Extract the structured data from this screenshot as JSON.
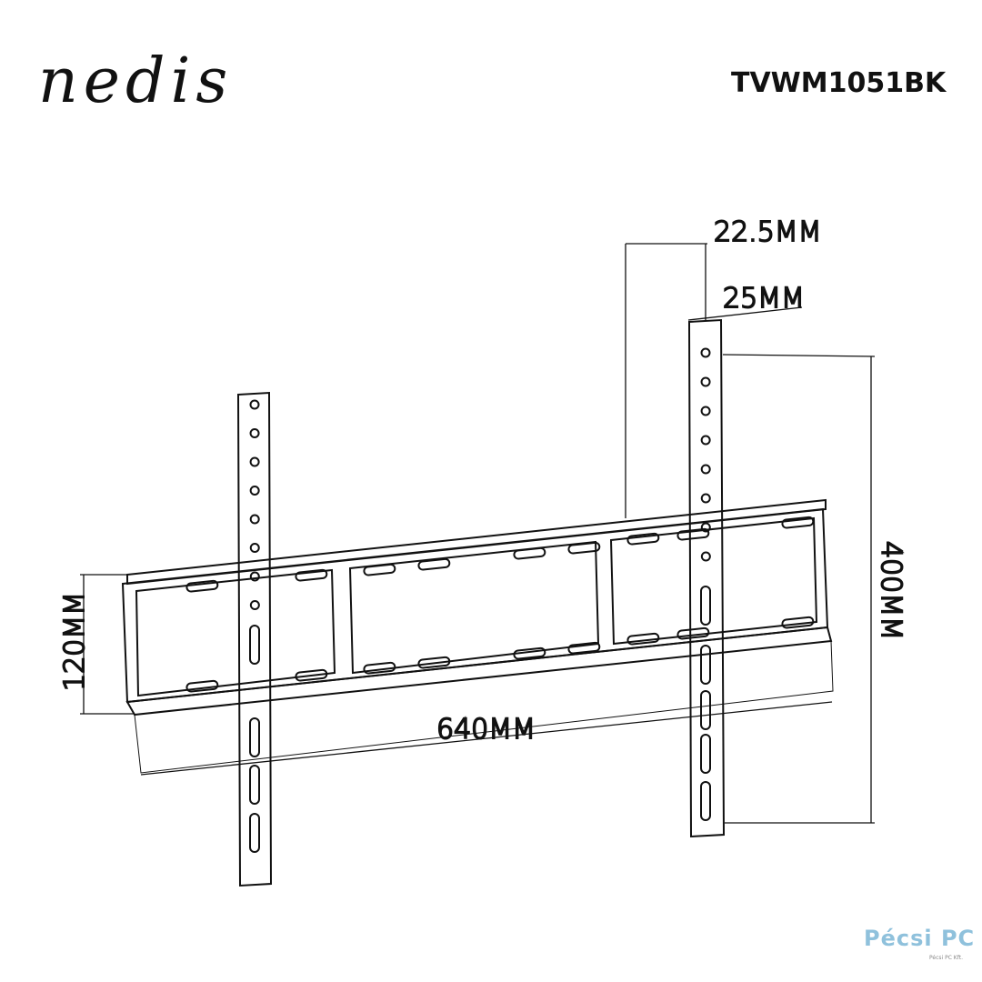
{
  "brand": "nedis",
  "model": "TVWM1051BK",
  "dimensions": {
    "depth_wall": "22.5MM",
    "bracket_width": "25MM",
    "vertical_span": "400MM",
    "rail_height": "120MM",
    "horizontal_span": "640MM"
  },
  "watermark": {
    "name": "Pécsi PC",
    "sub": "Pécsi PC Kft."
  }
}
